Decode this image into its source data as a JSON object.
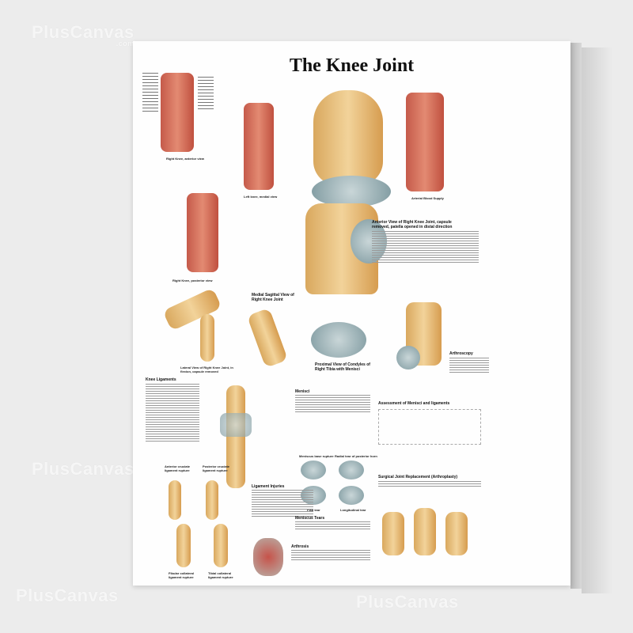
{
  "watermark": {
    "brand": "PlusCanvas",
    "domain": ".com"
  },
  "poster": {
    "title": "The Knee Joint",
    "captions": {
      "right_knee_anterior": "Right Knee, anterior view",
      "left_knee_medial": "Left knee, medial view",
      "right_knee_posterior": "Right Knee, posterior view",
      "arterial_blood_supply": "Arterial Blood Supply",
      "lateral_view": "Lateral View of Right Knee Joint, in flexion, capsule removed",
      "medial_sagittal": "Medial Sagittal View of Right Knee Joint",
      "proximal_view": "Proximal View of Condyles of Right Tibia with Menisci",
      "flap_tear": "Flap tear",
      "longitudinal_tear": "Longitudinal tear",
      "meniscus_base_rupture": "Meniscus base rupture",
      "radial_tear": "Radial tear of posterior horn",
      "acl_rupture": "Anterior cruciate ligament rupture",
      "pcl_rupture": "Posterior cruciate ligament rupture",
      "fcl_rupture": "Fibular collateral ligament rupture",
      "tcl_rupture": "Tibial collateral ligament rupture"
    },
    "sections": {
      "anterior_view": "Anterior View of Right Knee Joint, capsule removed, patella opened in distal direction",
      "knee_ligaments": "Knee Ligaments",
      "menisci": "Menisci",
      "assessment": "Assessment of Menisci and ligaments",
      "arthroscopy": "Arthroscopy",
      "ligament_injuries": "Ligament Injuries",
      "meniscus_tears": "Meniscus Tears",
      "arthrosis": "Arthrosis",
      "joint_replacement": "Surgical Joint Replacement (Arthroplasty)"
    }
  },
  "colors": {
    "muscle": "#c55a4a",
    "bone": "#e8c07a",
    "cartilage": "#8fa7ad",
    "background": "#ececec"
  }
}
